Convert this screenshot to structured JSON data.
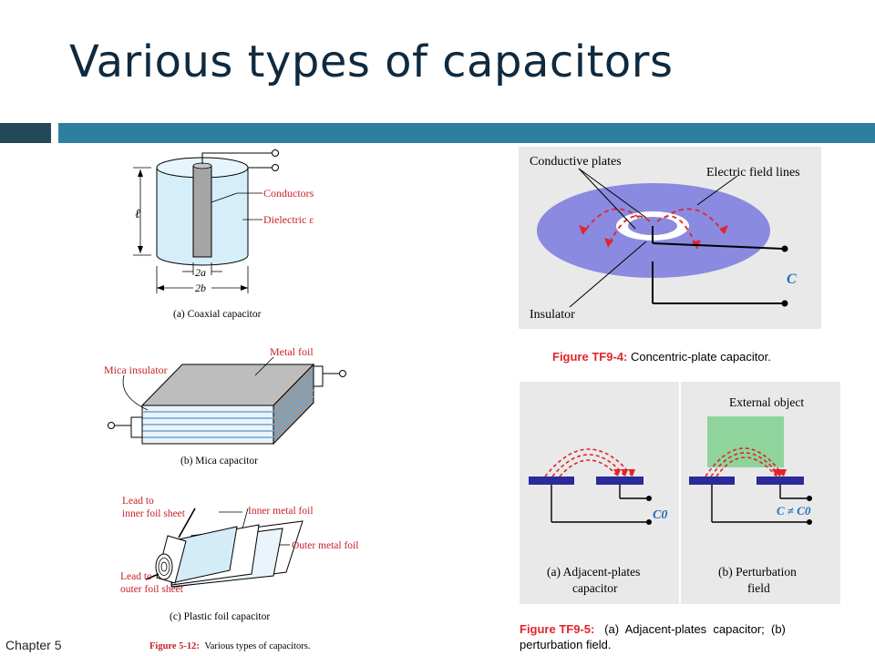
{
  "slide": {
    "title": "Various types of capacitors",
    "footer": "Chapter 5",
    "colors": {
      "title": "#0f2a3f",
      "bar_dark": "#244a5a",
      "bar": "#2e7ea0",
      "red_label": "#c8202a",
      "figure_red": "#e0252b",
      "cap_blue": "#1f6fc2"
    }
  },
  "left_figure": {
    "coax": {
      "length_symbol": "ℓ",
      "label_conductors": "Conductors",
      "label_dielectric": "Dielectric ε",
      "dim_inner": "2a",
      "dim_outer": "2b",
      "caption": "(a) Coaxial capacitor"
    },
    "mica": {
      "label_metal_foil": "Metal foil",
      "label_mica_insulator": "Mica insulator",
      "caption": "(b) Mica capacitor"
    },
    "plastic": {
      "label_lead_inner_1": "Lead to",
      "label_lead_inner_2": "inner foil sheet",
      "label_inner_metal_foil": "Inner metal foil",
      "label_outer_metal_foil": "Outer metal foil",
      "label_lead_outer_1": "Lead to",
      "label_lead_outer_2": "outer foil sheet",
      "caption": "(c) Plastic foil capacitor"
    },
    "figure_caption": "Figure 5-12: Various types of capacitors."
  },
  "right_top_figure": {
    "label_conductive_plates": "Conductive plates",
    "label_field_lines": "Electric field lines",
    "label_c": "C",
    "label_insulator": "Insulator",
    "caption_bold": "Figure TF9-4:",
    "caption_text": " Concentric-plate capacitor."
  },
  "right_bottom_figure": {
    "label_external_object": "External object",
    "label_c0": "C0",
    "label_c_ne_c0": "C ≠ C0",
    "caption_a_1": "(a) Adjacent-plates",
    "caption_a_2": "capacitor",
    "caption_b_1": "(b) Perturbation",
    "caption_b_2": "field",
    "caption_bold": "Figure TF9-5:",
    "caption_text_1": "   (a)  Adjacent-plates  capacitor;  (b)",
    "caption_text_2": "perturbation field."
  }
}
